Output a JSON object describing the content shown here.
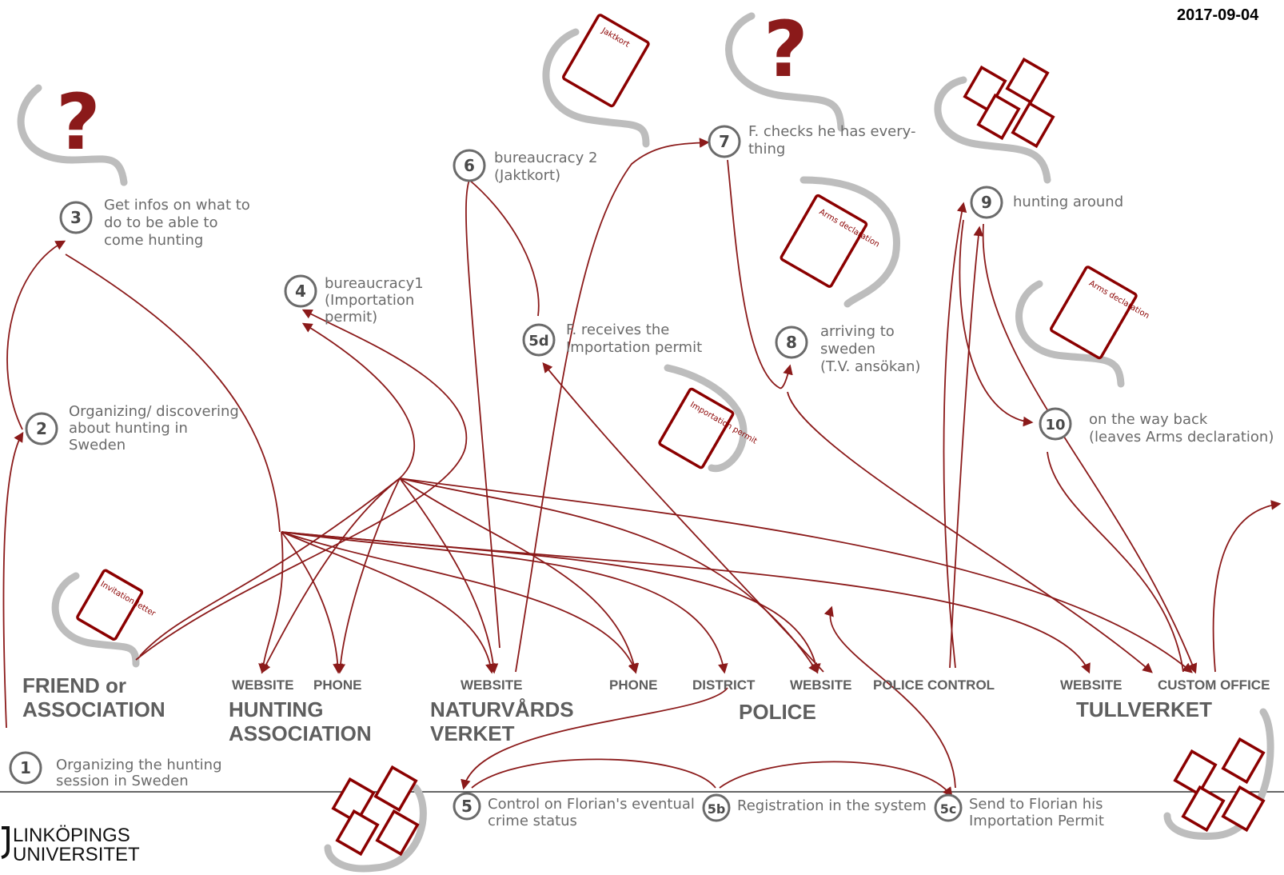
{
  "date": "2017-09-04",
  "logo": {
    "line1": "LINKÖPINGS",
    "line2": "UNIVERSITET"
  },
  "steps": {
    "s1": {
      "num": "1",
      "lines": [
        "Organizing the hunting",
        "session in Sweden"
      ]
    },
    "s2": {
      "num": "2",
      "lines": [
        "Organizing/ discovering",
        "about hunting in",
        "Sweden"
      ]
    },
    "s3": {
      "num": "3",
      "lines": [
        "Get infos on what to",
        "do to be able to",
        "come hunting"
      ]
    },
    "s4": {
      "num": "4",
      "lines": [
        "bureaucracy1",
        "(Importation",
        "permit)"
      ]
    },
    "s5": {
      "num": "5",
      "lines": [
        "Control on Florian's eventual",
        "crime status"
      ]
    },
    "s5b": {
      "num": "5b",
      "lines": [
        "Registration in the system"
      ]
    },
    "s5c": {
      "num": "5c",
      "lines": [
        "Send to Florian his",
        "Importation Permit"
      ]
    },
    "s5d": {
      "num": "5d",
      "lines": [
        "F. receives the",
        "Importation permit"
      ]
    },
    "s6": {
      "num": "6",
      "lines": [
        "bureaucracy 2",
        "(Jaktkort)"
      ]
    },
    "s7": {
      "num": "7",
      "lines": [
        "F. checks he has every-",
        "thing"
      ]
    },
    "s8": {
      "num": "8",
      "lines": [
        "arriving to",
        "sweden",
        "(T.V. ansökan)"
      ]
    },
    "s9": {
      "num": "9",
      "lines": [
        "hunting around"
      ]
    },
    "s10": {
      "num": "10",
      "lines": [
        "on the way back",
        "(leaves Arms declaration)"
      ]
    }
  },
  "actors": {
    "friend": {
      "lines": [
        "FRIEND or",
        "ASSOCIATION"
      ]
    },
    "hunting": {
      "lines": [
        "HUNTING",
        "ASSOCIATION"
      ],
      "channels": [
        "WEBSITE",
        "PHONE"
      ]
    },
    "naturvard": {
      "lines": [
        "NATURVÅRDS",
        "VERKET"
      ],
      "channels": [
        "WEBSITE",
        "PHONE"
      ]
    },
    "police": {
      "lines": [
        "POLICE"
      ],
      "channels": [
        "DISTRICT",
        "WEBSITE",
        "POLICE CONTROL"
      ]
    },
    "tull": {
      "lines": [
        "TULLVERKET"
      ],
      "channels": [
        "WEBSITE",
        "CUSTOM OFFICE"
      ]
    }
  },
  "documents": {
    "jaktkort": "Jaktkort",
    "arms1": "Arms declaration",
    "arms2": "Arms declaration",
    "importation": "Importation permit",
    "invitation": "Invitation letter"
  },
  "question_mark": "?",
  "colors": {
    "arrow": "#8b1a1a",
    "document": "#8b0000",
    "swirl": "#bdbdbd",
    "text": "#6b6b6b"
  }
}
